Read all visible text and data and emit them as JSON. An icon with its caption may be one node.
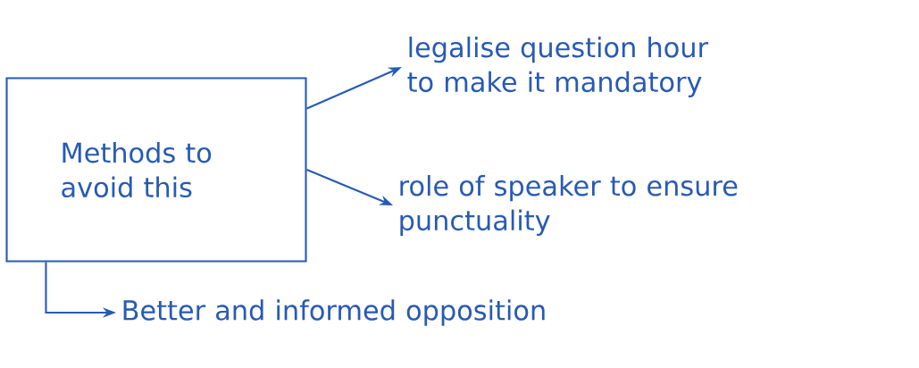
{
  "diagram": {
    "nodes": [
      {
        "text": [
          "Methods to avoid this"
        ]
      },
      {
        "text": [
          "legalise question hour to make it mandatory"
        ]
      },
      {
        "text": [
          "role of speaker to ensure punctuality"
        ]
      },
      {
        "text": [
          "Better and informed opposition"
        ]
      }
    ],
    "edges": [
      {
        "from": 0,
        "to": 1,
        "arrow": "to"
      },
      {
        "from": 0,
        "to": 2,
        "arrow": "to"
      },
      {
        "from": 0,
        "to": 3,
        "arrow": "to"
      }
    ]
  }
}
